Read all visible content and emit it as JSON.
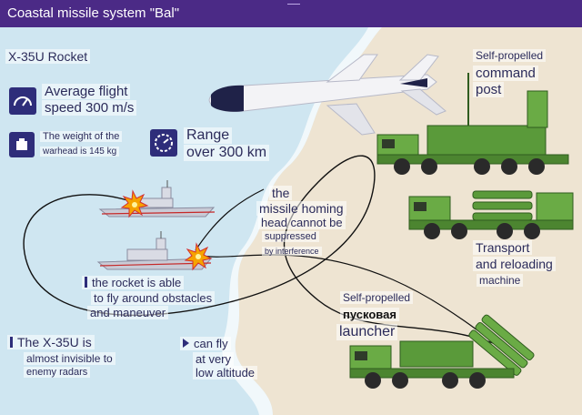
{
  "header": {
    "title": "Coastal missile system \"Bal\""
  },
  "labels": {
    "rocket_name": "X-35U Rocket",
    "speed_line1": "Average flight",
    "speed_line2": "speed 300 m/s",
    "warhead_line1": "The weight of the",
    "warhead_line2": "warhead is 145 kg",
    "range_line1": "Range",
    "range_line2": "over 300 km",
    "homing_line1": "the",
    "homing_line2": "missile homing",
    "homing_line3": "head cannot be",
    "homing_line4": "suppressed",
    "homing_line5": "by interference",
    "obstacles_line1": "the rocket is able",
    "obstacles_line2": "to fly around obstacles",
    "obstacles_line3": "and maneuver",
    "radar_line1": "The X-35U is",
    "radar_line2": "almost invisible to",
    "radar_line3": "enemy radars",
    "altitude_line1": "can fly",
    "altitude_line2": "at very",
    "altitude_line3": "low altitude",
    "command_line1": "Self-propelled",
    "command_line2": "command",
    "command_line3": "post",
    "transport_line1": "Transport",
    "transport_line2": "and reloading",
    "transport_line3": "machine",
    "launcher_line1": "Self-propelled",
    "launcher_line2": "пусковая",
    "launcher_line3": "launcher"
  },
  "colors": {
    "header": "#4b2a86",
    "sea": "#cfe6f1",
    "land": "#eee4d2",
    "text": "#2b2b5a",
    "vehicle": "#5a9a3a",
    "trajectory": "#111111"
  },
  "icons": [
    "speedometer-icon",
    "weight-icon",
    "range-gauge-icon"
  ]
}
